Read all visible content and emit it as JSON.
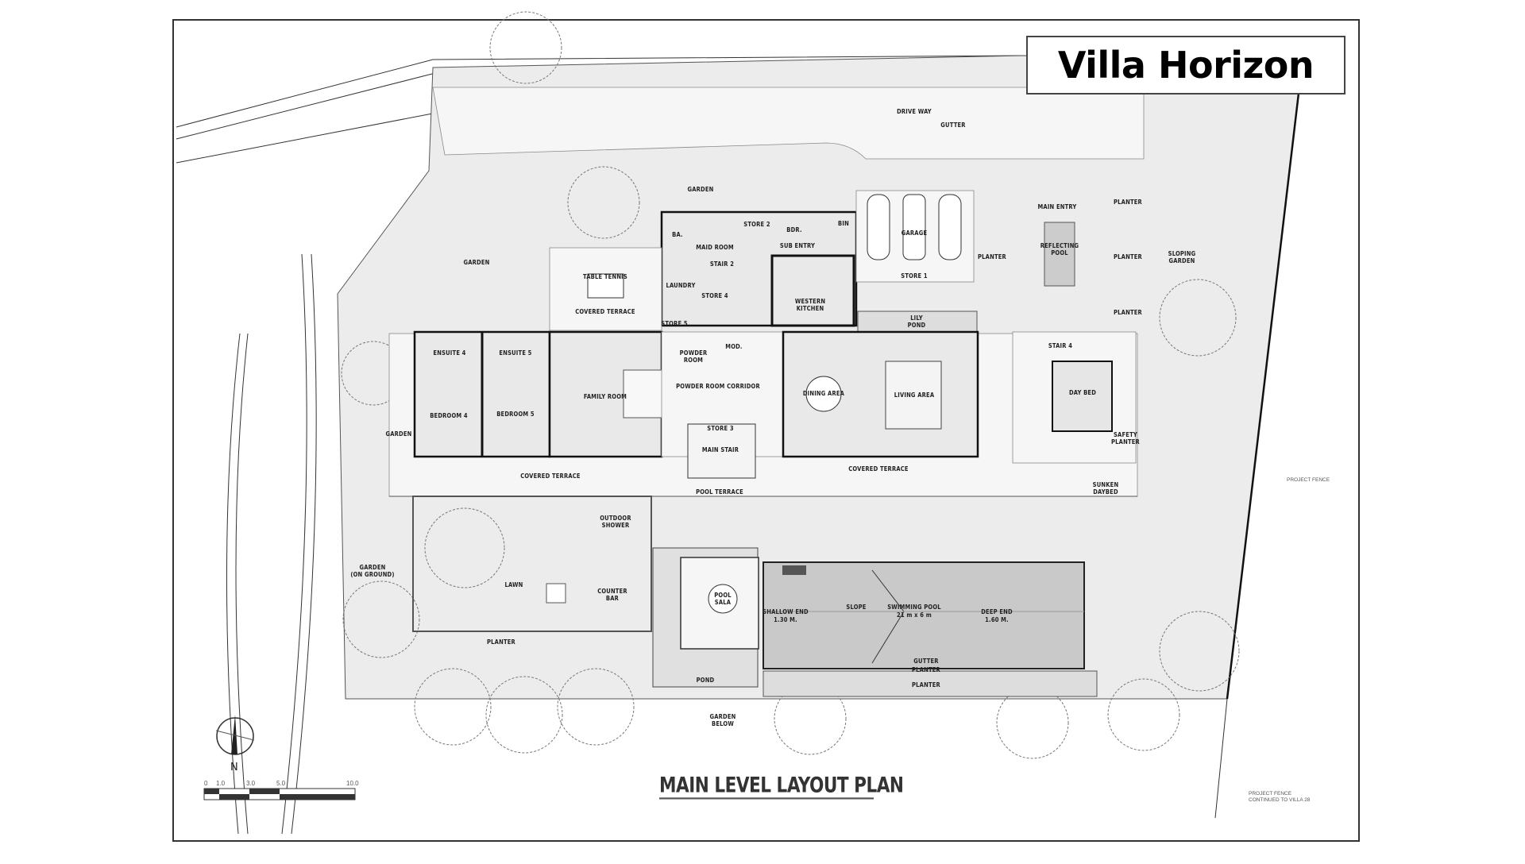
{
  "title": "Villa Horizon",
  "heading": "MAIN LEVEL LAYOUT PLAN",
  "north_label": "N",
  "scale_bar": {
    "ticks": [
      "0",
      "1.0",
      "3.0",
      "5.0",
      "10.0"
    ]
  },
  "labels": {
    "driveway": "DRIVE WAY",
    "gutter_top": "GUTTER",
    "garden_top": "GARDEN",
    "garden_left": "GARDEN",
    "maid_room": "MAID ROOM",
    "store2": "STORE 2",
    "bdr": "BDR.",
    "bin": "BIN",
    "garage": "GARAGE",
    "sub_entry": "SUB ENTRY",
    "ba": "BA.",
    "stair2": "STAIR 2",
    "laundry": "LAUNDRY",
    "store4": "STORE 4",
    "store5": "STORE 5",
    "table_tennis": "TABLE TENNIS",
    "covered_terrace_upper": "COVERED TERRACE",
    "western_kitchen_1": "WESTERN",
    "western_kitchen_2": "KITCHEN",
    "store1": "STORE 1",
    "lily_pond_1": "LILY",
    "lily_pond_2": "POND",
    "planter_entry": "PLANTER",
    "main_entry": "MAIN ENTRY",
    "reflecting_pool_1": "REFLECTING",
    "reflecting_pool_2": "POOL",
    "planter_r1": "PLANTER",
    "planter_r2": "PLANTER",
    "planter_r3": "PLANTER",
    "sloping_garden_1": "SLOPING",
    "sloping_garden_2": "GARDEN",
    "ensuite4": "ENSUITE 4",
    "ensuite5": "ENSUITE 5",
    "powder_room_1": "POWDER",
    "powder_room_2": "ROOM",
    "mod": "MOD.",
    "family_room": "FAMILY ROOM",
    "bedroom4": "BEDROOM 4",
    "bedroom5": "BEDROOM 5",
    "powder_corridor": "POWDER ROOM CORRIDOR",
    "store3": "STORE 3",
    "main_stair": "MAIN STAIR",
    "dining_area": "DINING AREA",
    "living_area": "LIVING AREA",
    "stair4": "STAIR 4",
    "day_bed": "DAY BED",
    "safety_planter_1": "SAFETY",
    "safety_planter_2": "PLANTER",
    "garden_side": "GARDEN",
    "covered_terrace_w": "COVERED TERRACE",
    "covered_terrace_e": "COVERED TERRACE",
    "pool_terrace": "POOL TERRACE",
    "sunken_daybed_1": "SUNKEN",
    "sunken_daybed_2": "DAYBED",
    "project_fence": "PROJECT FENCE",
    "outdoor_shower_1": "OUTDOOR",
    "outdoor_shower_2": "SHOWER",
    "garden_ground_1": "GARDEN",
    "garden_ground_2": "(ON GROUND)",
    "lawn": "LAWN",
    "counter_bar_1": "COUNTER",
    "counter_bar_2": "BAR",
    "pool_sala_1": "POOL",
    "pool_sala_2": "SALA",
    "shallow_end_1": "SHALLOW END",
    "shallow_end_2": "1.30 M.",
    "slope": "SLOPE",
    "swimming_pool_1": "SWIMMING POOL",
    "swimming_pool_2": "21 m x 6 m",
    "deep_end_1": "DEEP END",
    "deep_end_2": "1.60 M.",
    "gutter_pool": "GUTTER",
    "planter_pool1": "PLANTER",
    "planter_pool2": "PLANTER",
    "planter_lawn": "PLANTER",
    "pond": "POND",
    "garden_below_1": "GARDEN",
    "garden_below_2": "BELOW",
    "fence_cont_1": "PROJECT FENCE",
    "fence_cont_2": "CONTINUED TO VILLA 28"
  }
}
